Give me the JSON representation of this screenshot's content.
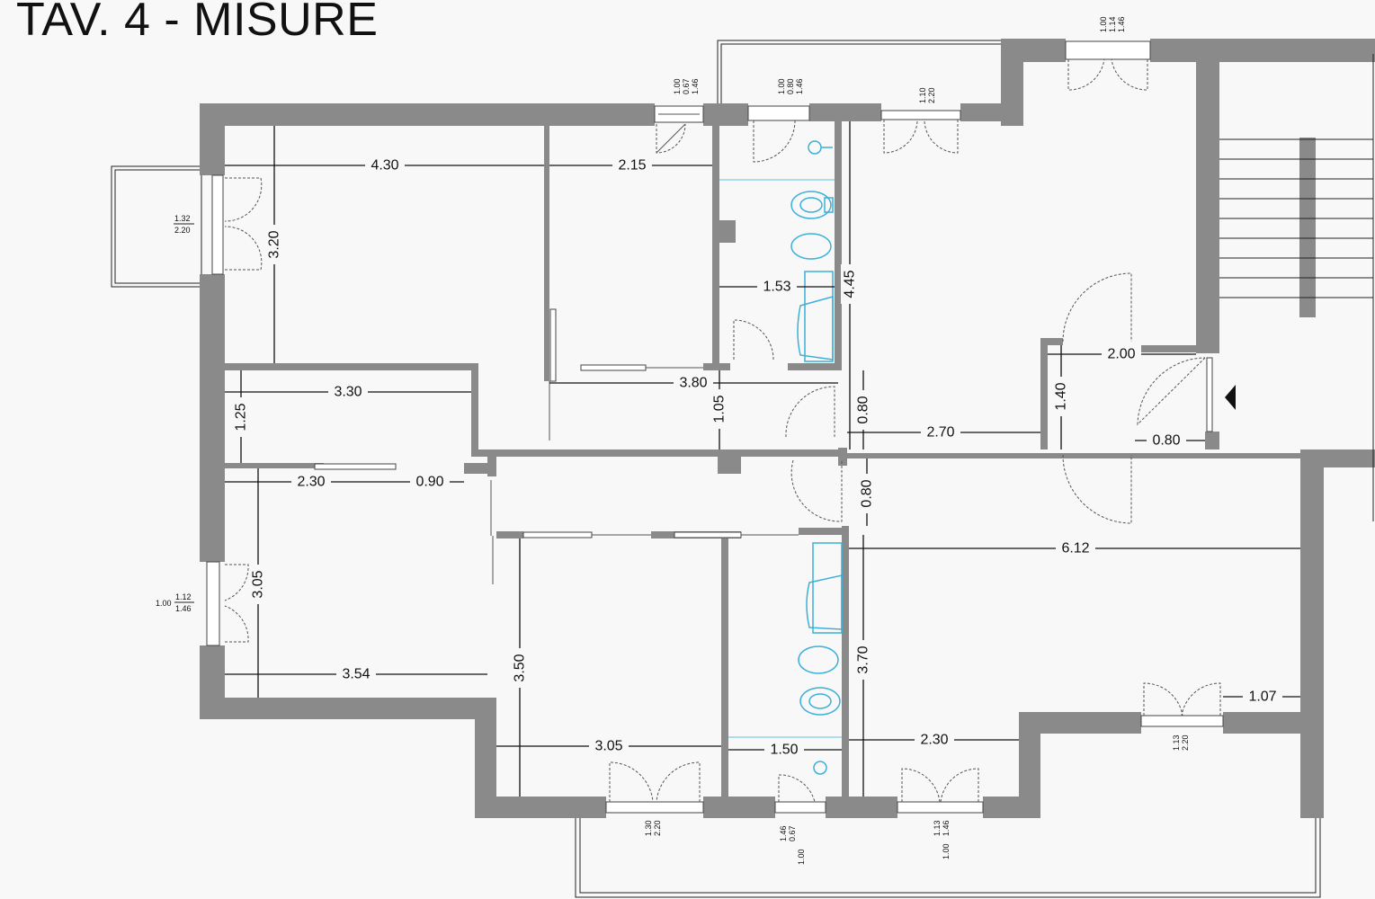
{
  "title": "TAV. 4 - MISURE",
  "colors": {
    "wall": "#8a8a8a",
    "fixture": "#3bb0d8",
    "background": "#f8f8f8"
  },
  "dimensions": [
    {
      "id": "d430",
      "text": "4.30"
    },
    {
      "id": "d215",
      "text": "2.15"
    },
    {
      "id": "d320",
      "text": "3.20"
    },
    {
      "id": "d153",
      "text": "1.53"
    },
    {
      "id": "d445",
      "text": "4.45"
    },
    {
      "id": "d330",
      "text": "3.30"
    },
    {
      "id": "d380",
      "text": "3.80"
    },
    {
      "id": "d125",
      "text": "1.25"
    },
    {
      "id": "d105",
      "text": "1.05"
    },
    {
      "id": "d080a",
      "text": "0.80"
    },
    {
      "id": "d270",
      "text": "2.70"
    },
    {
      "id": "d200",
      "text": "2.00"
    },
    {
      "id": "d140",
      "text": "1.40"
    },
    {
      "id": "d080b",
      "text": "0.80"
    },
    {
      "id": "d230a",
      "text": "2.30"
    },
    {
      "id": "d090",
      "text": "0.90"
    },
    {
      "id": "d080c",
      "text": "0.80"
    },
    {
      "id": "d612",
      "text": "6.12"
    },
    {
      "id": "d305a",
      "text": "3.05"
    },
    {
      "id": "d354",
      "text": "3.54"
    },
    {
      "id": "d350",
      "text": "3.50"
    },
    {
      "id": "d370",
      "text": "3.70"
    },
    {
      "id": "d107",
      "text": "1.07"
    },
    {
      "id": "d305b",
      "text": "3.05"
    },
    {
      "id": "d150",
      "text": "1.50"
    },
    {
      "id": "d230b",
      "text": "2.30"
    }
  ],
  "openings": [
    {
      "id": "o1",
      "lines": [
        "1.00",
        "0.67",
        "1.46"
      ]
    },
    {
      "id": "o2",
      "lines": [
        "1.00",
        "0.80",
        "1.46"
      ]
    },
    {
      "id": "o3",
      "lines": [
        "1.10",
        "2.20"
      ]
    },
    {
      "id": "o4",
      "lines": [
        "1.00",
        "1.14",
        "1.46"
      ]
    },
    {
      "id": "o5",
      "lines": [
        "1.32",
        "2.20"
      ]
    },
    {
      "id": "o6",
      "lines": [
        "1.00",
        "1.12",
        "1.46"
      ]
    },
    {
      "id": "o7",
      "lines": [
        "1.30",
        "2.20"
      ]
    },
    {
      "id": "o8",
      "lines": [
        "0.67",
        "1.46",
        "1.00"
      ]
    },
    {
      "id": "o9",
      "lines": [
        "1.13",
        "1.46",
        "1.00"
      ]
    },
    {
      "id": "o10",
      "lines": [
        "1.13",
        "2.20"
      ]
    }
  ]
}
